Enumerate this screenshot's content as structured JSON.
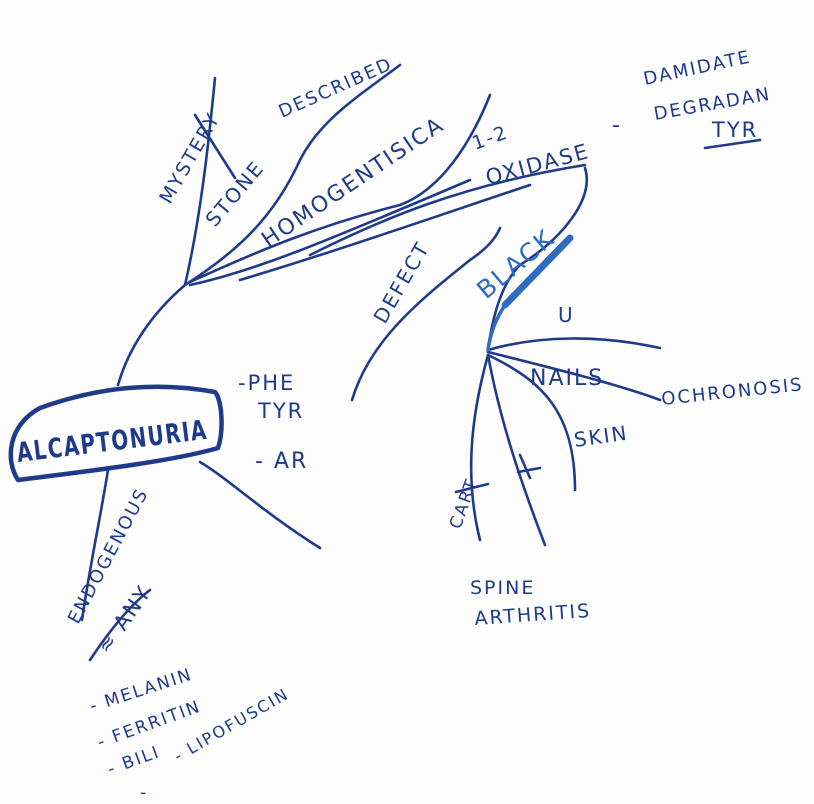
{
  "center": {
    "label": "ALCAPTONURIA"
  },
  "branches": {
    "mystery": "MYSTERY",
    "stone": "STONE",
    "described": "DESCRIBED",
    "homogentisic": "HOMOGENTISICA",
    "one_two": "1-2",
    "oxidase": "OXIDASE",
    "dash1": "-",
    "oxidase_note_1": "DAMIDATE",
    "oxidase_note_2": "DEGRADAN",
    "tyr_underlined": "TYR",
    "defect": "DEFECT",
    "black": "BLACK",
    "u_mark": "U",
    "nails": "NAILS",
    "ochronosis": "OCHRONOSIS",
    "skin": "SKIN",
    "cart": "CART",
    "spine": "SPINE",
    "arthritis": "ARTHRITIS"
  },
  "inheritance": {
    "phe": "-PHE",
    "tyr": "TYR",
    "ar": "- AR"
  },
  "pigments": {
    "endogenous": "ENDOGENOUS",
    "approx_any": "≈ ANY",
    "items": [
      "- MELANIN",
      "- FERRITIN",
      "- BILI",
      "- LIPOFUSCIN"
    ],
    "last_dash": "-"
  },
  "colors": {
    "ink": "#1f3a8a",
    "marker_blue": "#2d6cc0",
    "background": "#fdfdfd"
  }
}
